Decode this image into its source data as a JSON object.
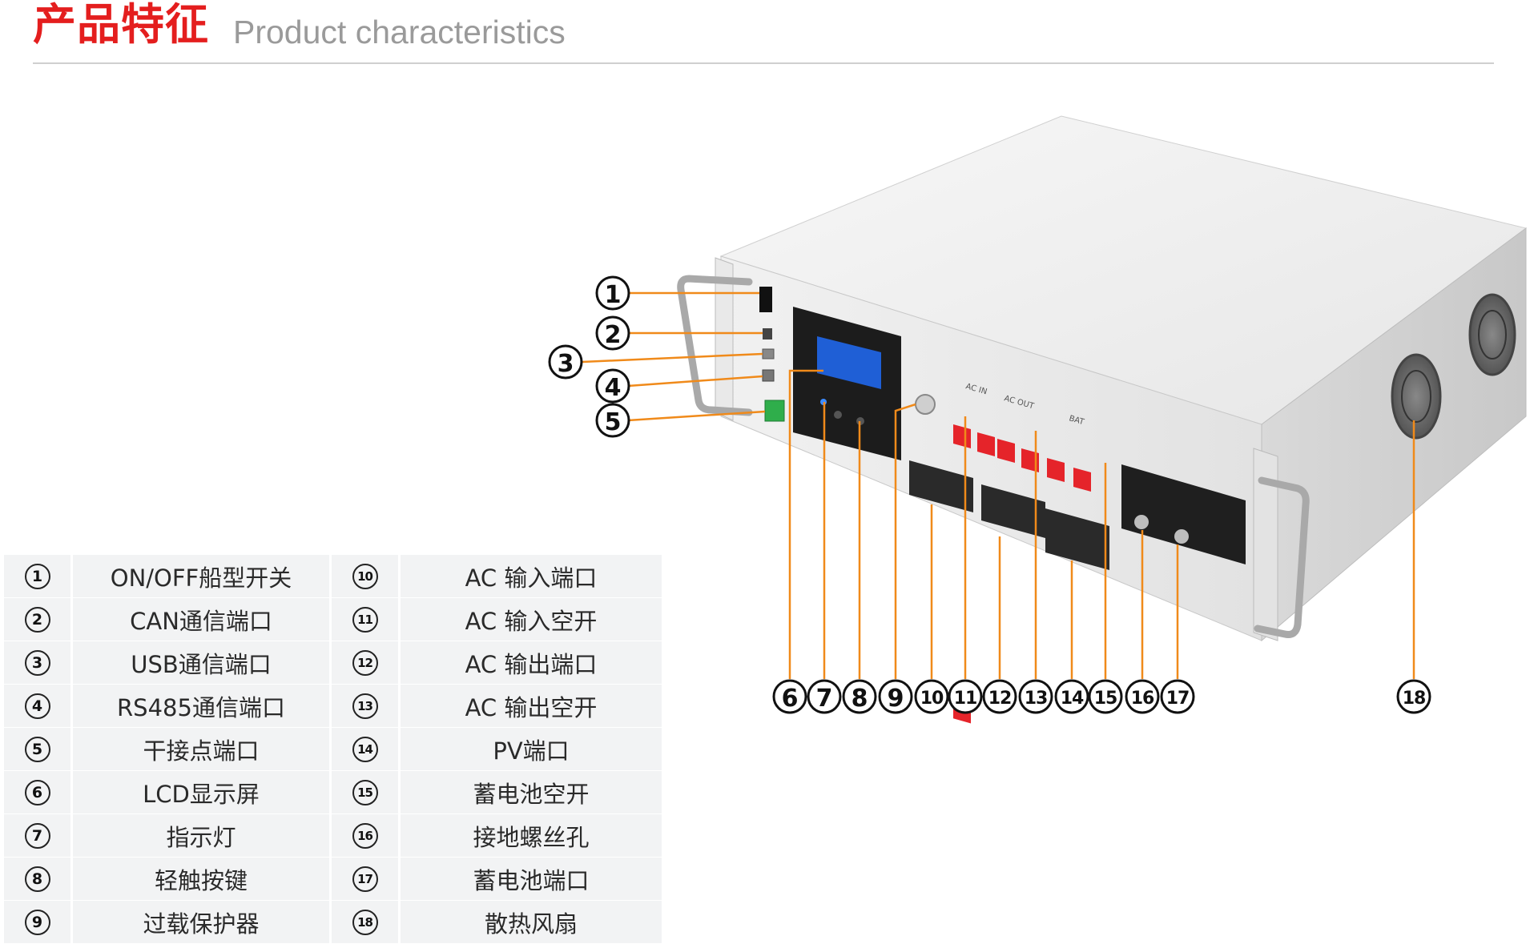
{
  "header": {
    "title_zh": "产品特征",
    "title_en": "Product characteristics"
  },
  "colors": {
    "accent_red": "#e41e1e",
    "leader_orange": "#f08a1a"
  },
  "callouts": [
    "1",
    "2",
    "3",
    "4",
    "5",
    "6",
    "7",
    "8",
    "9",
    "10",
    "11",
    "12",
    "13",
    "14",
    "15",
    "16",
    "17",
    "18"
  ],
  "device_labels": {
    "ac_in": "AC IN",
    "ac_out": "AC OUT",
    "bat": "BAT"
  },
  "table": {
    "rows": [
      {
        "n1": "1",
        "l1": "ON/OFF船型开关",
        "n2": "10",
        "l2": "AC 输入端口"
      },
      {
        "n1": "2",
        "l1": "CAN通信端口",
        "n2": "11",
        "l2": "AC 输入空开"
      },
      {
        "n1": "3",
        "l1": "USB通信端口",
        "n2": "12",
        "l2": "AC 输出端口"
      },
      {
        "n1": "4",
        "l1": "RS485通信端口",
        "n2": "13",
        "l2": "AC 输出空开"
      },
      {
        "n1": "5",
        "l1": "干接点端口",
        "n2": "14",
        "l2": "PV端口"
      },
      {
        "n1": "6",
        "l1": "LCD显示屏",
        "n2": "15",
        "l2": "蓄电池空开"
      },
      {
        "n1": "7",
        "l1": "指示灯",
        "n2": "16",
        "l2": "接地螺丝孔"
      },
      {
        "n1": "8",
        "l1": "轻触按键",
        "n2": "17",
        "l2": "蓄电池端口"
      },
      {
        "n1": "9",
        "l1": "过载保护器",
        "n2": "18",
        "l2": "散热风扇"
      }
    ]
  }
}
